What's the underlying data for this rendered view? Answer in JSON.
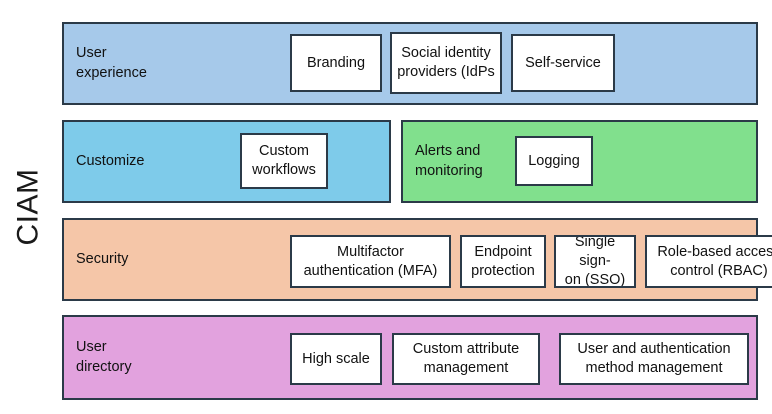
{
  "diagram": {
    "axis_label": "CIAM",
    "colors": {
      "user_experience": "#a6c9ea",
      "customize": "#7ecbea",
      "alerts": "#81e08d",
      "security": "#f5c6a8",
      "user_directory": "#e2a2de",
      "border": "#2b3a48",
      "chip_fill": "#ffffff",
      "text": "#111111",
      "background": "#ffffff"
    },
    "rows": [
      {
        "id": "user-experience",
        "bands": [
          {
            "id": "user-experience",
            "title": "User\nexperience",
            "color": "#a6c9ea",
            "chips": [
              {
                "id": "branding",
                "label": "Branding"
              },
              {
                "id": "social-identity-providers",
                "label": "Social identity\nproviders (IdPs"
              },
              {
                "id": "self-service",
                "label": "Self-service"
              }
            ]
          }
        ]
      },
      {
        "id": "customize-alerts",
        "bands": [
          {
            "id": "customize",
            "title": "Customize",
            "color": "#7ecbea",
            "chips": [
              {
                "id": "custom-workflows",
                "label": "Custom\nworkflows"
              }
            ]
          },
          {
            "id": "alerts-and-monitoring",
            "title": "Alerts and\nmonitoring",
            "color": "#81e08d",
            "chips": [
              {
                "id": "logging",
                "label": "Logging"
              }
            ]
          }
        ]
      },
      {
        "id": "security",
        "bands": [
          {
            "id": "security",
            "title": "Security",
            "color": "#f5c6a8",
            "chips": [
              {
                "id": "multifactor-authentication",
                "label": "Multifactor\nauthentication (MFA)"
              },
              {
                "id": "endpoint-protection",
                "label": "Endpoint\nprotection"
              },
              {
                "id": "single-sign-on",
                "label": "Single sign-\non (SSO)"
              },
              {
                "id": "role-based-access-control",
                "label": "Role-based access\ncontrol (RBAC)"
              }
            ]
          }
        ]
      },
      {
        "id": "user-directory",
        "bands": [
          {
            "id": "user-directory",
            "title": "User\ndirectory",
            "color": "#e2a2de",
            "chips": [
              {
                "id": "high-scale",
                "label": "High scale"
              },
              {
                "id": "custom-attribute-management",
                "label": "Custom attribute\nmanagement"
              },
              {
                "id": "user-and-authentication-method-management",
                "label": "User and authentication\nmethod management"
              }
            ]
          }
        ]
      }
    ]
  }
}
